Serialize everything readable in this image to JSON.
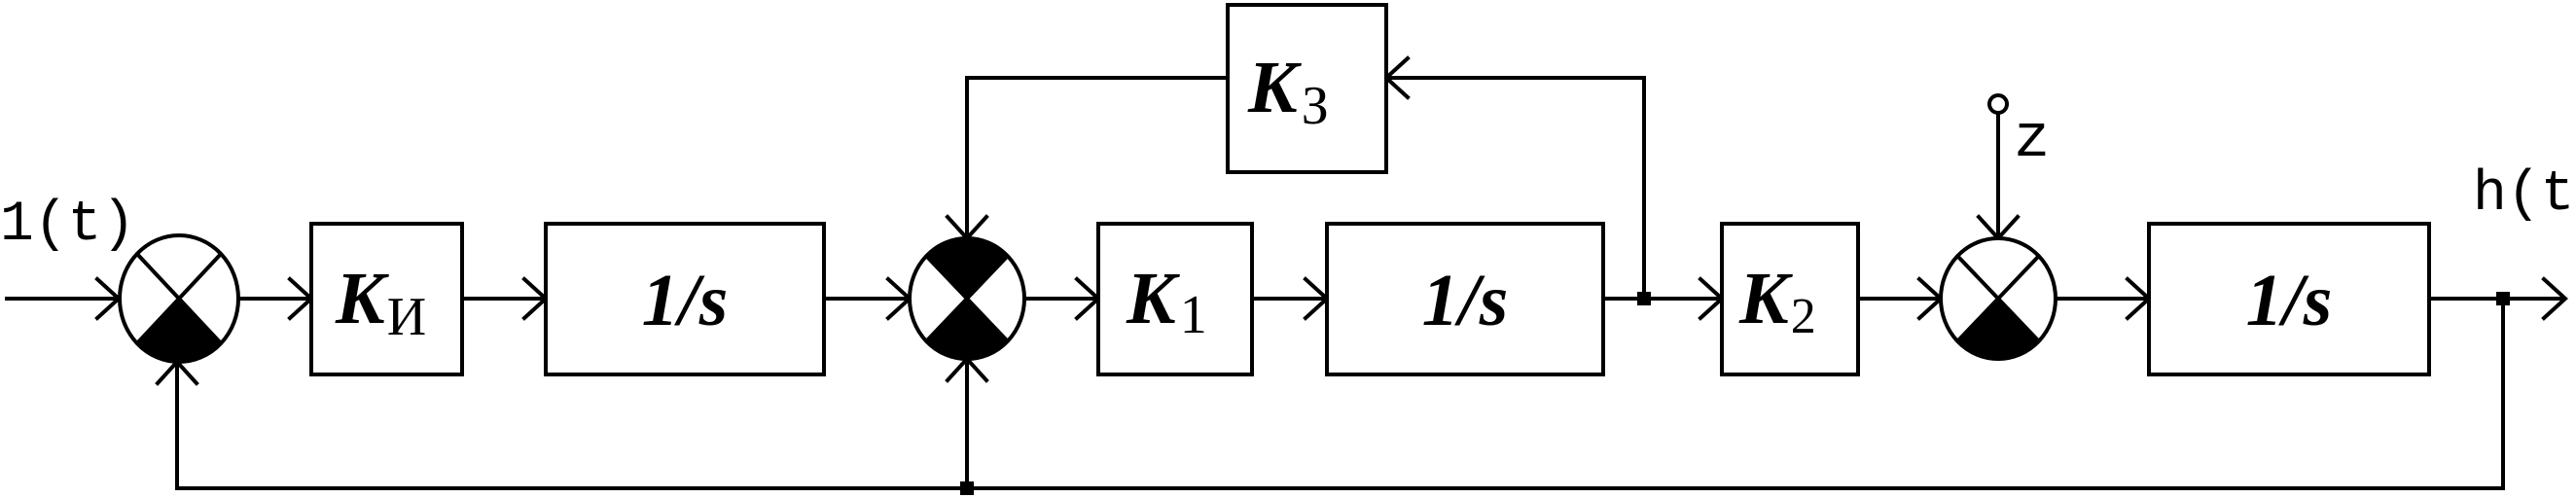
{
  "signals": {
    "input": "1(t)",
    "output": "h(t)",
    "disturbance": "z"
  },
  "blocks": {
    "ki": {
      "main": "K",
      "sub": "И"
    },
    "int1": {
      "label": "1/s"
    },
    "k1": {
      "main": "K",
      "sub": "1"
    },
    "int2": {
      "label": "1/s"
    },
    "k2": {
      "main": "K",
      "sub": "2"
    },
    "int3": {
      "label": "1/s"
    },
    "k3": {
      "main": "K",
      "sub": "З"
    }
  },
  "summing_junctions": {
    "sj1": {
      "filled": "bottom"
    },
    "sj2": {
      "filled": "top-bottom"
    },
    "sj3": {
      "filled": "bottom"
    }
  },
  "colors": {
    "line": "#000000",
    "background": "#ffffff"
  }
}
